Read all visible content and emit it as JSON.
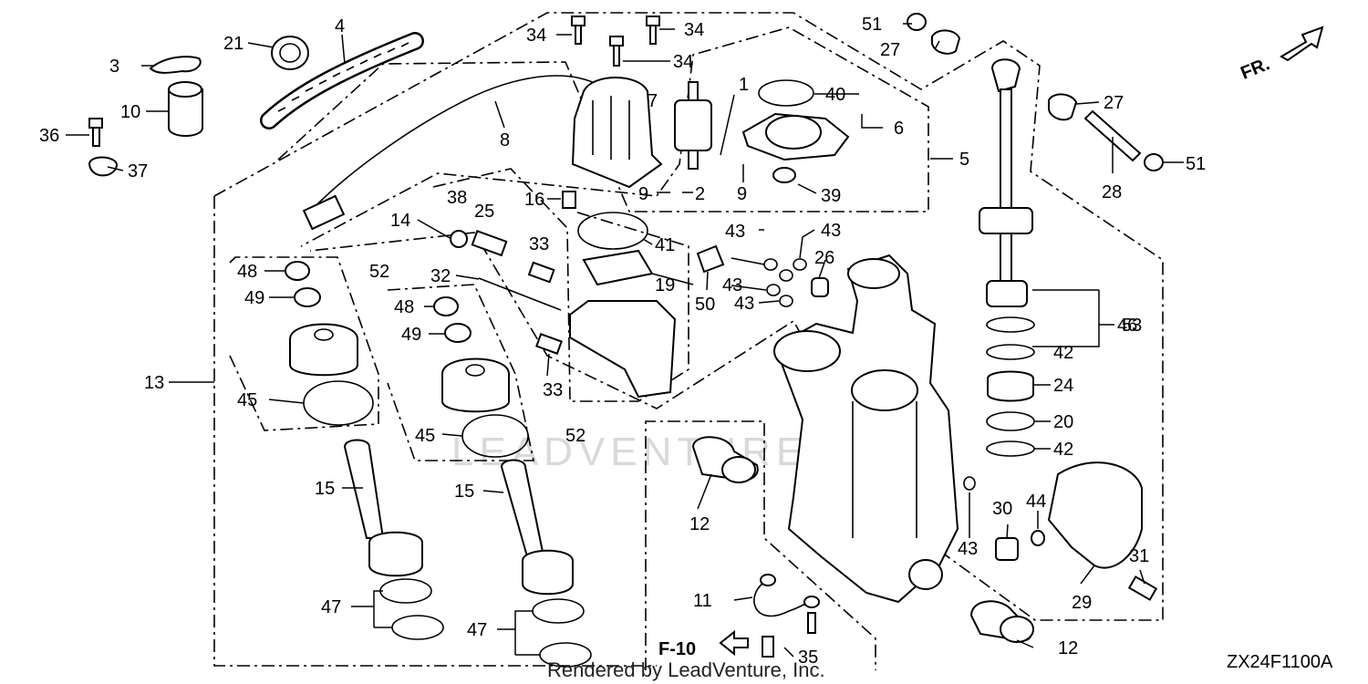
{
  "diagram": {
    "code": "ZX24F1100A",
    "ref_label": "F-10",
    "direction_label": "FR.",
    "watermark": "LEADVENTURE",
    "footer": "Rendered by LeadVenture, Inc.",
    "part_numbers": [
      "1",
      "2",
      "3",
      "4",
      "5",
      "6",
      "7",
      "8",
      "9",
      "10",
      "11",
      "12",
      "13",
      "14",
      "15",
      "16",
      "19",
      "20",
      "21",
      "24",
      "25",
      "26",
      "27",
      "28",
      "29",
      "30",
      "31",
      "32",
      "33",
      "34",
      "35",
      "36",
      "37",
      "38",
      "39",
      "40",
      "41",
      "42",
      "43",
      "44",
      "45",
      "46",
      "47",
      "48",
      "49",
      "50",
      "51",
      "52",
      "53"
    ]
  }
}
